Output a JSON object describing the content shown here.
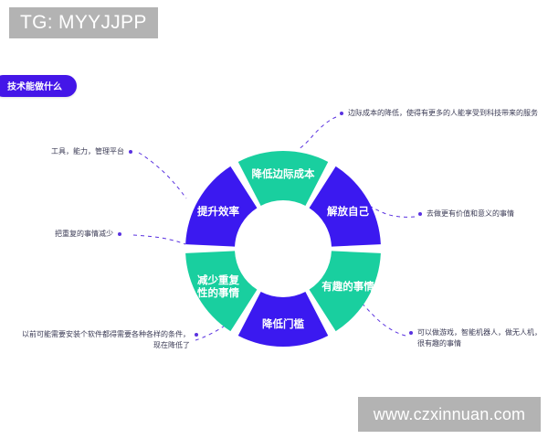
{
  "banner": {
    "text": "TG: MYYJJPP"
  },
  "section": {
    "pill_label": "技术能做什么"
  },
  "watermark": {
    "text": "www.czxinnuan.com"
  },
  "colors": {
    "teal": "#19cf9f",
    "violet": "#3b19f0",
    "pill": "#4416e8",
    "annotation_text": "#3b3b55",
    "dot": "#5a32e0",
    "banner_bg": "#b3b3b3",
    "background": "#ffffff"
  },
  "chart_data": {
    "type": "pie",
    "title": "技术能做什么",
    "subtype": "donut",
    "legend": "none",
    "categories": [
      "降低边际成本",
      "解放自己",
      "有趣的事情",
      "降低门槛",
      "减少重复性的事情",
      "提升效率"
    ],
    "values": [
      1,
      1,
      1,
      1,
      1,
      1
    ],
    "slice_colors": [
      "#19cf9f",
      "#3b19f0",
      "#19cf9f",
      "#3b19f0",
      "#19cf9f",
      "#3b19f0"
    ],
    "segments": [
      {
        "label": "降低边际成本",
        "label_lines": [
          "降低边际成本"
        ],
        "color": "#19cf9f",
        "start_angle": -30,
        "end_angle": 30
      },
      {
        "label": "解放自己",
        "label_lines": [
          "解放自己"
        ],
        "color": "#3b19f0",
        "start_angle": 30,
        "end_angle": 90
      },
      {
        "label": "有趣的事情",
        "label_lines": [
          "有趣的事情"
        ],
        "color": "#19cf9f",
        "start_angle": 90,
        "end_angle": 150
      },
      {
        "label": "降低门槛",
        "label_lines": [
          "降低门槛"
        ],
        "color": "#3b19f0",
        "start_angle": 150,
        "end_angle": 210
      },
      {
        "label": "减少重复性的事情",
        "label_lines": [
          "减少重复",
          "性的事情"
        ],
        "color": "#19cf9f",
        "start_angle": 210,
        "end_angle": 270
      },
      {
        "label": "提升效率",
        "label_lines": [
          "提升效率"
        ],
        "color": "#3b19f0",
        "start_angle": 270,
        "end_angle": 330
      }
    ],
    "inner_radius": 53,
    "outer_radius": 107,
    "center": [
      310,
      272
    ]
  },
  "annotations": [
    {
      "id": "anno-1",
      "side": "right",
      "text": "边际成本的降低，使得有更多的人能享受到科技带来的服务",
      "target": "降低边际成本"
    },
    {
      "id": "anno-2",
      "side": "right",
      "text": "去做更有价值和意义的事情",
      "target": "解放自己"
    },
    {
      "id": "anno-3",
      "side": "right",
      "text": "可以做游戏，智能机器人，做无人机，\n很有趣的事情",
      "target": "有趣的事情"
    },
    {
      "id": "anno-4",
      "side": "left",
      "text": "工具，能力，管理平台",
      "target": "提升效率"
    },
    {
      "id": "anno-5",
      "side": "left",
      "text": "把重复的事情减少",
      "target": "减少重复性的事情"
    },
    {
      "id": "anno-6",
      "side": "left",
      "text": "以前可能需要安装个软件都得需要各种各样的条件，\n现在降低了",
      "target": "降低门槛"
    }
  ]
}
